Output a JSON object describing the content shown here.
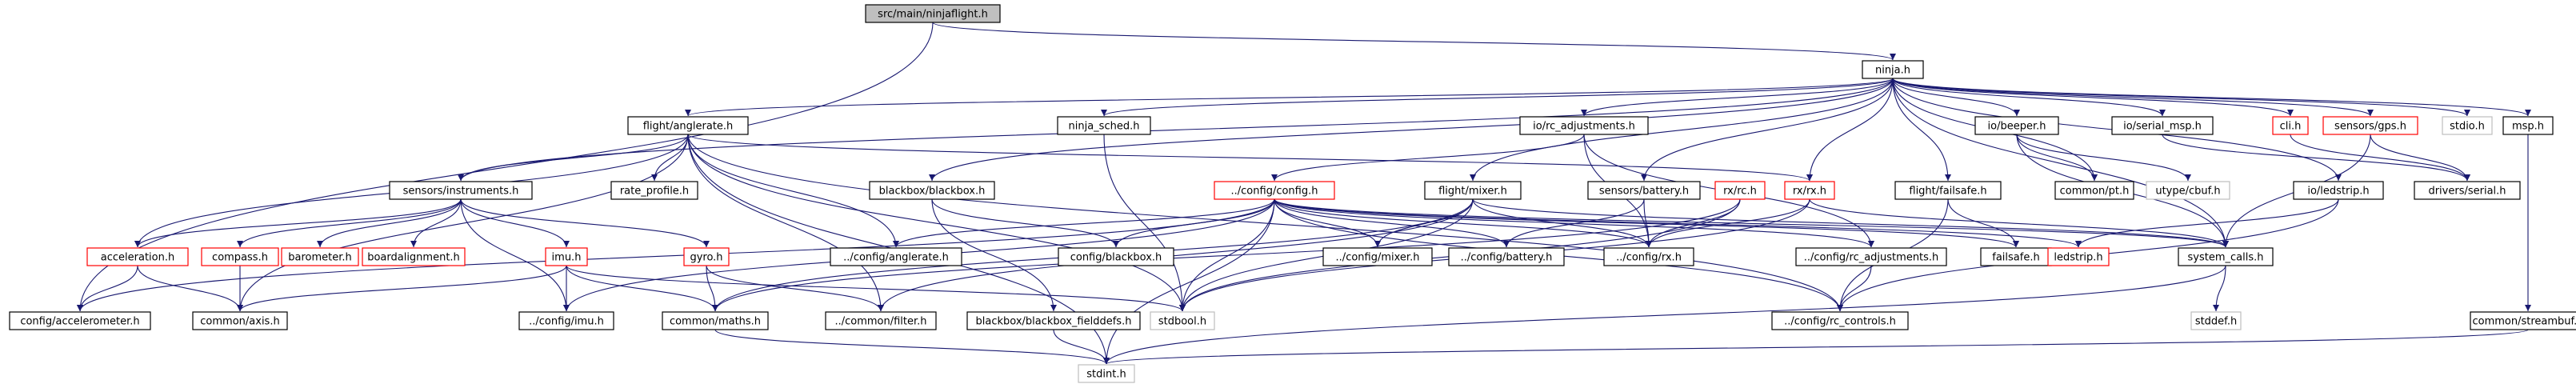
{
  "colors": {
    "edge": "#191970",
    "border_default": "#000000",
    "border_red": "#ff0000",
    "border_gray": "#bfbfbf",
    "fill_root": "#bfbfbf",
    "fill_default": "#ffffff",
    "text": "#000000"
  },
  "nodes": {
    "root": {
      "label": "src/main/ninjaflight.h",
      "kind": "root"
    },
    "ninja": {
      "label": "ninja.h",
      "kind": "default"
    },
    "anglerate": {
      "label": "flight/anglerate.h",
      "kind": "default"
    },
    "ninja_sched": {
      "label": "ninja_sched.h",
      "kind": "default"
    },
    "io_rcadj": {
      "label": "io/rc_adjustments.h",
      "kind": "default"
    },
    "beeper": {
      "label": "io/beeper.h",
      "kind": "default"
    },
    "serial_msp": {
      "label": "io/serial_msp.h",
      "kind": "default"
    },
    "cli": {
      "label": "cli.h",
      "kind": "red"
    },
    "gps": {
      "label": "sensors/gps.h",
      "kind": "red"
    },
    "stdio": {
      "label": "stdio.h",
      "kind": "gray"
    },
    "msp": {
      "label": "msp.h",
      "kind": "default"
    },
    "instruments": {
      "label": "sensors/instruments.h",
      "kind": "default"
    },
    "rate_profile": {
      "label": "rate_profile.h",
      "kind": "default"
    },
    "blackbox": {
      "label": "blackbox/blackbox.h",
      "kind": "default"
    },
    "config": {
      "label": "../config/config.h",
      "kind": "red"
    },
    "mixer": {
      "label": "flight/mixer.h",
      "kind": "default"
    },
    "battery": {
      "label": "sensors/battery.h",
      "kind": "default"
    },
    "rxrc": {
      "label": "rx/rc.h",
      "kind": "red"
    },
    "rxrx": {
      "label": "rx/rx.h",
      "kind": "red"
    },
    "failsafe_h": {
      "label": "flight/failsafe.h",
      "kind": "default"
    },
    "common_pt": {
      "label": "common/pt.h",
      "kind": "default"
    },
    "utype_cbuf": {
      "label": "utype/cbuf.h",
      "kind": "gray"
    },
    "io_ledstrip": {
      "label": "io/ledstrip.h",
      "kind": "default"
    },
    "drivers_serial": {
      "label": "drivers/serial.h",
      "kind": "default"
    },
    "acceleration": {
      "label": "acceleration.h",
      "kind": "red"
    },
    "compass": {
      "label": "compass.h",
      "kind": "red"
    },
    "barometer": {
      "label": "barometer.h",
      "kind": "red"
    },
    "boardalignment": {
      "label": "boardalignment.h",
      "kind": "red"
    },
    "imu": {
      "label": "imu.h",
      "kind": "red"
    },
    "gyro": {
      "label": "gyro.h",
      "kind": "red"
    },
    "cfg_anglerate": {
      "label": "../config/anglerate.h",
      "kind": "default"
    },
    "cfg_blackbox": {
      "label": "config/blackbox.h",
      "kind": "default"
    },
    "cfg_mixer": {
      "label": "../config/mixer.h",
      "kind": "default"
    },
    "cfg_battery": {
      "label": "../config/battery.h",
      "kind": "default"
    },
    "cfg_rx": {
      "label": "../config/rx.h",
      "kind": "default"
    },
    "cfg_rcadj": {
      "label": "../config/rc_adjustments.h",
      "kind": "default"
    },
    "failsafe": {
      "label": "failsafe.h",
      "kind": "default"
    },
    "ledstrip": {
      "label": "ledstrip.h",
      "kind": "red"
    },
    "system_calls": {
      "label": "system_calls.h",
      "kind": "default"
    },
    "stddef": {
      "label": "stddef.h",
      "kind": "gray"
    },
    "common_streambuf": {
      "label": "common/streambuf.h",
      "kind": "default"
    },
    "cfg_accel": {
      "label": "config/accelerometer.h",
      "kind": "default"
    },
    "common_axis": {
      "label": "common/axis.h",
      "kind": "default"
    },
    "cfg_imu": {
      "label": "../config/imu.h",
      "kind": "default"
    },
    "common_maths": {
      "label": "common/maths.h",
      "kind": "default"
    },
    "common_filter": {
      "label": "../common/filter.h",
      "kind": "default"
    },
    "bb_fielddefs": {
      "label": "blackbox/blackbox_fielddefs.h",
      "kind": "default"
    },
    "stdbool": {
      "label": "stdbool.h",
      "kind": "gray"
    },
    "cfg_rc_controls": {
      "label": "../config/rc_controls.h",
      "kind": "default"
    },
    "stdint": {
      "label": "stdint.h",
      "kind": "gray"
    }
  },
  "edges": [
    [
      "root",
      "ninja"
    ],
    [
      "root",
      "cfg_accel"
    ],
    [
      "ninja",
      "anglerate"
    ],
    [
      "ninja",
      "ninja_sched"
    ],
    [
      "ninja",
      "io_rcadj"
    ],
    [
      "ninja",
      "beeper"
    ],
    [
      "ninja",
      "serial_msp"
    ],
    [
      "ninja",
      "cli"
    ],
    [
      "ninja",
      "gps"
    ],
    [
      "ninja",
      "stdio"
    ],
    [
      "ninja",
      "msp"
    ],
    [
      "ninja",
      "instruments"
    ],
    [
      "ninja",
      "blackbox"
    ],
    [
      "ninja",
      "mixer"
    ],
    [
      "ninja",
      "battery"
    ],
    [
      "ninja",
      "rxrx"
    ],
    [
      "ninja",
      "failsafe_h"
    ],
    [
      "ninja",
      "common_pt"
    ],
    [
      "ninja",
      "io_ledstrip"
    ],
    [
      "ninja",
      "system_calls"
    ],
    [
      "anglerate",
      "instruments"
    ],
    [
      "anglerate",
      "rate_profile"
    ],
    [
      "anglerate",
      "rxrx"
    ],
    [
      "anglerate",
      "acceleration"
    ],
    [
      "anglerate",
      "cfg_anglerate"
    ],
    [
      "anglerate",
      "common_filter"
    ],
    [
      "anglerate",
      "common_axis"
    ],
    [
      "anglerate",
      "stdint"
    ],
    [
      "anglerate",
      "stdbool"
    ],
    [
      "anglerate",
      "cfg_rc_controls"
    ],
    [
      "ninja_sched",
      "stdbool"
    ],
    [
      "io_rcadj",
      "config"
    ],
    [
      "io_rcadj",
      "cfg_rx"
    ],
    [
      "io_rcadj",
      "cfg_rcadj"
    ],
    [
      "beeper",
      "common_pt"
    ],
    [
      "beeper",
      "utype_cbuf"
    ],
    [
      "beeper",
      "system_calls"
    ],
    [
      "serial_msp",
      "drivers_serial"
    ],
    [
      "cli",
      "drivers_serial"
    ],
    [
      "gps",
      "drivers_serial"
    ],
    [
      "gps",
      "system_calls"
    ],
    [
      "msp",
      "common_streambuf"
    ],
    [
      "instruments",
      "acceleration"
    ],
    [
      "instruments",
      "compass"
    ],
    [
      "instruments",
      "barometer"
    ],
    [
      "instruments",
      "boardalignment"
    ],
    [
      "instruments",
      "imu"
    ],
    [
      "instruments",
      "gyro"
    ],
    [
      "instruments",
      "cfg_imu"
    ],
    [
      "blackbox",
      "cfg_blackbox"
    ],
    [
      "blackbox",
      "bb_fielddefs"
    ],
    [
      "config",
      "cfg_anglerate"
    ],
    [
      "config",
      "cfg_blackbox"
    ],
    [
      "config",
      "cfg_mixer"
    ],
    [
      "config",
      "cfg_battery"
    ],
    [
      "config",
      "cfg_rx"
    ],
    [
      "config",
      "cfg_rcadj"
    ],
    [
      "config",
      "failsafe"
    ],
    [
      "config",
      "ledstrip"
    ],
    [
      "config",
      "system_calls"
    ],
    [
      "config",
      "cfg_accel"
    ],
    [
      "config",
      "cfg_imu"
    ],
    [
      "config",
      "stdbool"
    ],
    [
      "config",
      "stdint"
    ],
    [
      "config",
      "cfg_rc_controls"
    ],
    [
      "mixer",
      "cfg_mixer"
    ],
    [
      "mixer",
      "cfg_rx"
    ],
    [
      "mixer",
      "common_filter"
    ],
    [
      "mixer",
      "stdbool"
    ],
    [
      "mixer",
      "system_calls"
    ],
    [
      "mixer",
      "common_maths"
    ],
    [
      "battery",
      "cfg_battery"
    ],
    [
      "battery",
      "cfg_rx"
    ],
    [
      "rxrc",
      "cfg_rx"
    ],
    [
      "rxrc",
      "common_maths"
    ],
    [
      "rxrc",
      "stdbool"
    ],
    [
      "rxrx",
      "cfg_rx"
    ],
    [
      "rxrx",
      "stdbool"
    ],
    [
      "rxrx",
      "system_calls"
    ],
    [
      "failsafe_h",
      "failsafe"
    ],
    [
      "failsafe_h",
      "cfg_rc_controls"
    ],
    [
      "io_ledstrip",
      "ledstrip"
    ],
    [
      "io_ledstrip",
      "cfg_rc_controls"
    ],
    [
      "acceleration",
      "cfg_accel"
    ],
    [
      "acceleration",
      "common_axis"
    ],
    [
      "compass",
      "common_axis"
    ],
    [
      "imu",
      "common_maths"
    ],
    [
      "imu",
      "cfg_imu"
    ],
    [
      "imu",
      "common_axis"
    ],
    [
      "imu",
      "stdbool"
    ],
    [
      "gyro",
      "common_maths"
    ],
    [
      "gyro",
      "common_filter"
    ],
    [
      "system_calls",
      "stddef"
    ],
    [
      "system_calls",
      "stdint"
    ],
    [
      "common_maths",
      "stdint"
    ],
    [
      "bb_fielddefs",
      "stdint"
    ],
    [
      "cfg_rcadj",
      "cfg_rc_controls"
    ],
    [
      "common_streambuf",
      "stdint"
    ]
  ]
}
